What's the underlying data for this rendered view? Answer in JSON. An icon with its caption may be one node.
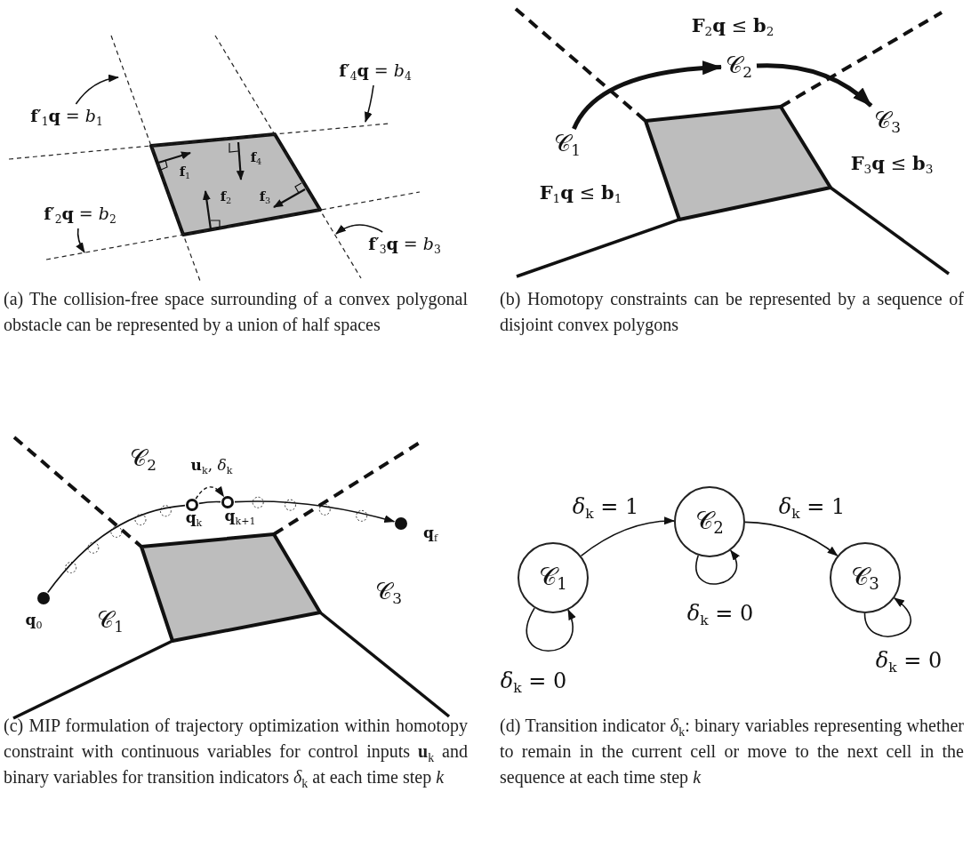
{
  "diagram": {
    "nodes": [
      {
        "text": [
          "**f**′$_{1}$**q** = *b*$_{1}$"
        ]
      },
      {
        "text": [
          "**f**′$_{2}$**q** = *b*$_{2}$"
        ]
      },
      {
        "text": [
          "**f**′$_{3}$**q** = *b*$_{3}$"
        ]
      },
      {
        "text": [
          "**f**′$_{4}$**q** = *b*$_{4}$"
        ]
      },
      {
        "text": [
          "𝒞$_{1}$"
        ]
      },
      {
        "text": [
          "𝒞$_{2}$"
        ]
      },
      {
        "text": [
          "𝒞$_{3}$"
        ]
      },
      {
        "text": [],
        "shape": "circle",
        "beside": [
          "**q**$_{0}$"
        ]
      },
      {
        "text": [],
        "shape": "circle",
        "beside": [
          "**q**$_{k}$"
        ]
      },
      {
        "text": [],
        "shape": "circle",
        "beside": [
          "**q**$_{k+1}$"
        ]
      },
      {
        "text": [],
        "shape": "circle",
        "beside": [
          "**q**$_{f}$"
        ]
      },
      {
        "text": [
          "𝒞$_{1}$"
        ]
      },
      {
        "text": [
          "𝒞$_{2}$"
        ]
      },
      {
        "text": [
          "𝒞$_{3}$"
        ]
      },
      {
        "text": [],
        "shape": "polygon"
      },
      {
        "text": [],
        "shape": "polygon"
      },
      {
        "text": [],
        "shape": "polygon"
      }
    ],
    "edges": [
      {
        "from": 0,
        "to": null,
        "arrow": "to"
      },
      {
        "from": 1,
        "to": null,
        "arrow": "to"
      },
      {
        "from": 2,
        "to": null,
        "arrow": "to"
      },
      {
        "from": 3,
        "to": null,
        "arrow": "to"
      },
      {
        "from": 4,
        "to": 5,
        "arrow": "to",
        "style": "thick"
      },
      {
        "from": 5,
        "to": 6,
        "arrow": "to",
        "style": "thick"
      },
      {
        "from": 7,
        "to": 8,
        "arrow": "none"
      },
      {
        "from": 8,
        "to": 9,
        "arrow": "none"
      },
      {
        "from": 9,
        "to": 10,
        "arrow": "to"
      },
      {
        "from": 8,
        "to": 9,
        "arrow": "to",
        "style": "dashed",
        "label": "**u**$_{k}$, *δ*$_{k}$"
      },
      {
        "from": 11,
        "to": 11,
        "arrow": "to",
        "label": "*δ*$_{k}$ = 0"
      },
      {
        "from": 11,
        "to": 12,
        "arrow": "to",
        "label": "*δ*$_{k}$ = 1"
      },
      {
        "from": 12,
        "to": 12,
        "arrow": "to",
        "label": "*δ*$_{k}$ = 0"
      },
      {
        "from": 12,
        "to": 13,
        "arrow": "to",
        "label": "*δ*$_{k}$ = 1"
      },
      {
        "from": 13,
        "to": 13,
        "arrow": "to",
        "label": "*δ*$_{k}$ = 0"
      }
    ],
    "labels": [
      "**f**$_{1}$",
      "**f**$_{4}$",
      "**f**$_{2}$",
      "**f**$_{3}$",
      "**F**$_{2}$**q** ≤ **b**$_{2}$",
      "**F**$_{1}$**q** ≤ **b**$_{1}$",
      "**F**$_{3}$**q** ≤ **b**$_{3}$",
      "(a) The collision-free space surrounding of a convex polygonal obstacle can be represented by a union of half spaces",
      "(b) Homotopy constraints can be represented by a sequence of disjoint convex polygons",
      "𝒞$_{2}$",
      "𝒞$_{1}$",
      "𝒞$_{3}$",
      "(c) MIP formulation of trajectory optimization within homotopy constraint with continuous variables for control inputs **u**$_{k}$ and binary variables for transition indicators *δ*$_{k}$ at each time step *k*",
      "(d) Transition indicator *δ*$_{k}$: binary variables representing whether to remain in the current cell or move to the next cell in the sequence at each time step *k*"
    ]
  }
}
